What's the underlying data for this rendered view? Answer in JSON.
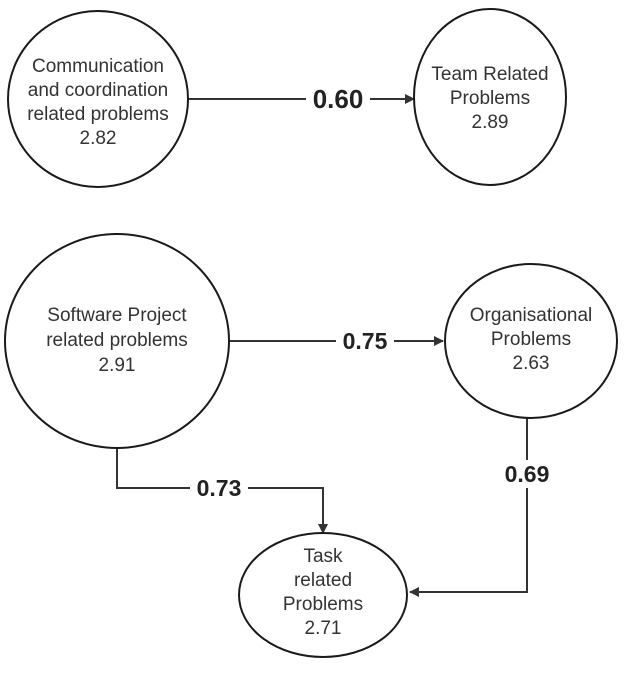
{
  "nodes": {
    "communication": {
      "lines": [
        "Communication",
        "and coordination",
        "related problems",
        "2.82"
      ]
    },
    "team": {
      "lines": [
        "Team Related",
        "Problems",
        "2.89"
      ]
    },
    "software": {
      "lines": [
        "Software Project",
        "related problems",
        "2.91"
      ]
    },
    "organisational": {
      "lines": [
        "Organisational",
        "Problems",
        "2.63"
      ]
    },
    "task": {
      "lines": [
        "Task",
        "related",
        "Problems",
        "2.71"
      ]
    }
  },
  "edges": {
    "communication_team": {
      "label": "0.60"
    },
    "software_organisational": {
      "label": "0.75"
    },
    "software_task": {
      "label": "0.73"
    },
    "organisational_task": {
      "label": "0.69"
    }
  },
  "colors": {
    "stroke": "#1a1a1a",
    "edge": "#333333",
    "text": "#333333",
    "label": "#222222",
    "background": "#ffffff"
  }
}
